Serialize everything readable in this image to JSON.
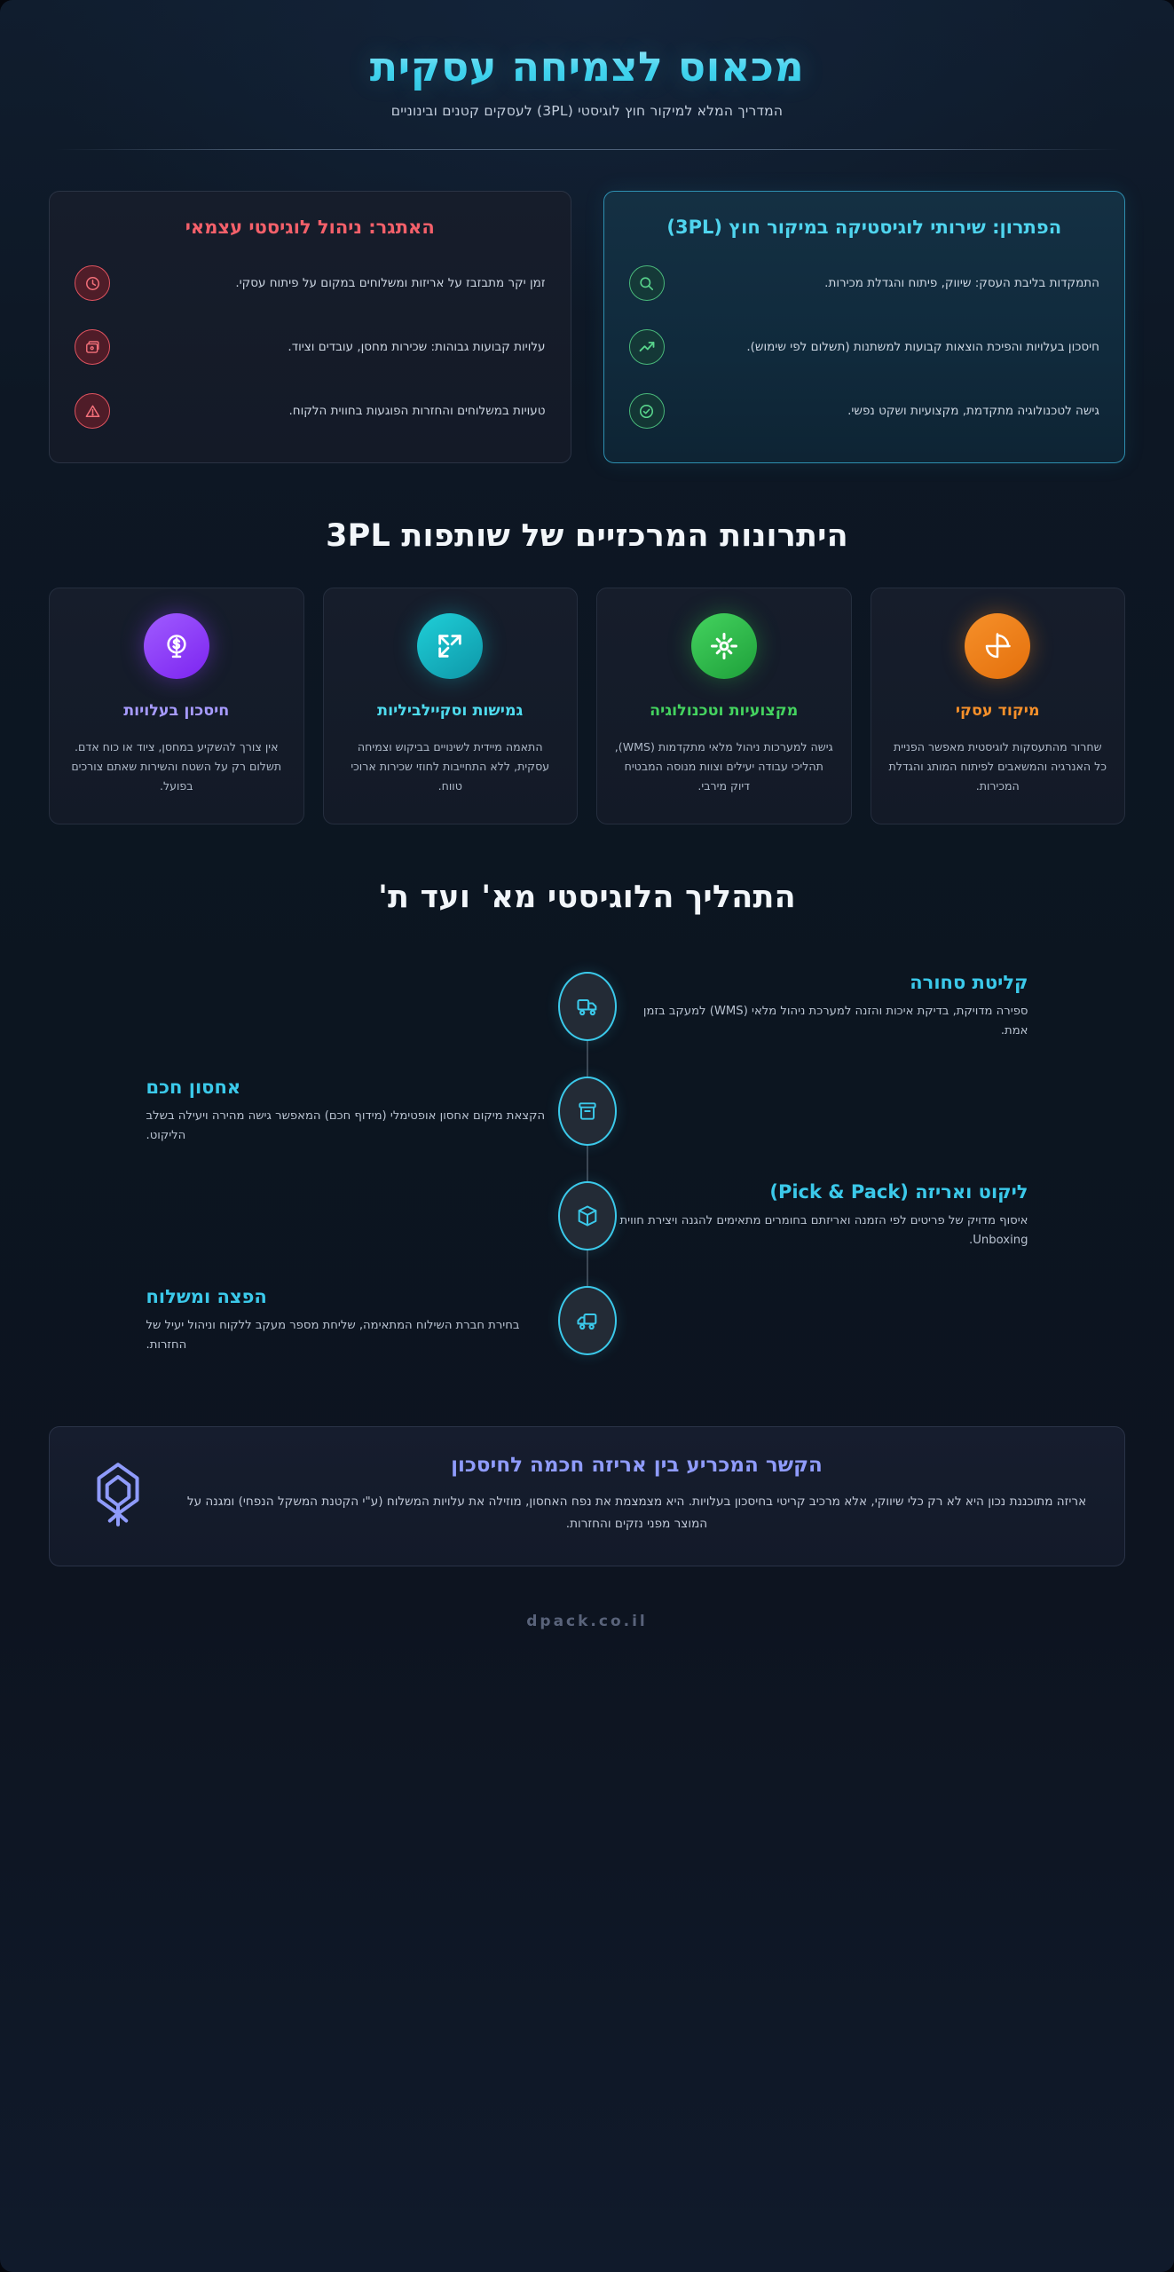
{
  "header": {
    "title": "מכאוס לצמיחה עסקית",
    "subtitle": "המדריך המלא למיקור חוץ לוגיסטי (3PL) לעסקים קטנים ובינוניים"
  },
  "top_cards": {
    "solution": {
      "title": "הפתרון: שירותי לוגיסטיקה במיקור חוץ (3PL)",
      "accent": "#4fd4ee",
      "items": [
        {
          "icon": "search-icon",
          "text": "התמקדות בליבת העסק: שיווק, פיתוח והגדלת מכירות."
        },
        {
          "icon": "trending-up-icon",
          "text": "חיסכון בעלויות והפיכת הוצאות קבועות למשתנות (תשלום לפי שימוש)."
        },
        {
          "icon": "check-circle-icon",
          "text": "גישה לטכנולוגיה מתקדמת, מקצועיות ושקט נפשי."
        }
      ]
    },
    "challenge": {
      "title": "האתגר: ניהול לוגיסטי עצמאי",
      "accent": "#f4606a",
      "items": [
        {
          "icon": "clock-icon",
          "text": "זמן יקר מתבזבז על אריזות ומשלוחים במקום על פיתוח עסקי."
        },
        {
          "icon": "wallet-icon",
          "text": "עלויות קבועות גבוהות: שכירות מחסן, עובדים וציוד."
        },
        {
          "icon": "alert-triangle-icon",
          "text": "טעויות במשלוחים והחזרות הפוגעות בחווית הלקוח."
        }
      ]
    }
  },
  "benefits_heading": "היתרונות המרכזיים של שותפות 3PL",
  "benefits": [
    {
      "icon": "focus-target-icon",
      "color": "#f08018",
      "title": "מיקוד עסקי",
      "text": "שחרור מהתעסקות לוגיסטית מאפשר הפניית כל האנרגיה והמשאבים לפיתוח המותג והגדלת המכירות."
    },
    {
      "icon": "tech-chip-icon",
      "color": "#2fb84a",
      "title": "מקצועיות וטכנולוגיה",
      "text": "גישה למערכות ניהול מלאי מתקדמות (WMS), תהליכי עבודה יעילים וצוות מנוסה המבטיח דיוק מירבי."
    },
    {
      "icon": "expand-arrows-icon",
      "color": "#14b8c4",
      "title": "גמישות וסקיילביליות",
      "text": "התאמה מיידית לשינויים בביקוש וצמיחה עסקית, ללא התחייבות לחוזי שכירות ארוכי טווח."
    },
    {
      "icon": "money-globe-icon",
      "color": "#8b3dfb",
      "title": "חיסכון בעלויות",
      "text": "אין צורך להשקיע במחסן, ציוד או כוח אדם. תשלום רק על השטח והשירות שאתם צורכים בפועל."
    }
  ],
  "process_heading": "התהליך הלוגיסטי מא' ועד ת'",
  "process_steps": [
    {
      "icon": "delivery-truck-icon",
      "title": "קליטת סחורה",
      "text": "ספירה מדויקת, בדיקת איכות והזנה למערכת ניהול מלאי (WMS) למעקב בזמן אמת.",
      "side": "right"
    },
    {
      "icon": "storage-bin-icon",
      "title": "אחסון חכם",
      "text": "הקצאת מיקום אחסון אופטימלי (מידוף חכם) המאפשר גישה מהירה ויעילה בשלב הליקוט.",
      "side": "left"
    },
    {
      "icon": "package-box-icon",
      "title": "ליקוט ואריזה (Pick & Pack)",
      "text": "איסוף מדויק של פריטים לפי הזמנה ואריזתם בחומרים מתאימים להגנה ויצירת חווית Unboxing.",
      "side": "right"
    },
    {
      "icon": "shipping-van-icon",
      "title": "הפצה ומשלוח",
      "text": "בחירת חברת השילוח המתאימה, שליחת מספר מעקב ללקוח וניהול יעיל של החזרות.",
      "side": "left"
    }
  ],
  "highlight": {
    "icon": "smart-package-icon",
    "accent": "#8f9bfb",
    "title": "הקשר המכריע בין אריזה חכמה לחיסכון",
    "text": "אריזה מתוכננת נכון היא לא רק כלי שיווקי, אלא מרכיב קריטי בחיסכון בעלויות. היא מצמצמת את נפח האחסון, מוזילה את עלויות המשלוח (ע\"י הקטנת המשקל הנפחי) ומגנה על המוצר מפני נזקים והחזרות."
  },
  "footer": {
    "site": "dpack.co.il"
  }
}
